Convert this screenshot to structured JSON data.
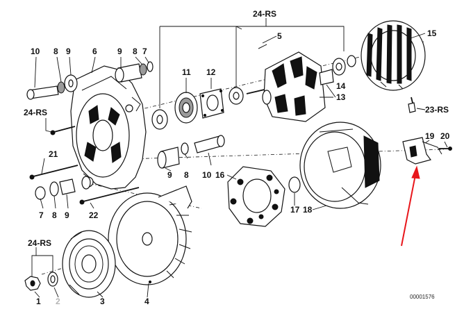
{
  "labels": {
    "l1": "1",
    "l2": "2",
    "l3": "3",
    "l4": "4",
    "l5": "5",
    "l6": "6",
    "l7a": "7",
    "l7b": "7",
    "l8a": "8",
    "l8b": "8",
    "l8c": "8",
    "l8d": "8",
    "l9a": "9",
    "l9b": "9",
    "l9c": "9",
    "l9d": "9",
    "l10a": "10",
    "l10b": "10",
    "l11": "11",
    "l12": "12",
    "l13": "13",
    "l14": "14",
    "l15": "15",
    "l16": "16",
    "l17": "17",
    "l18": "18",
    "l19": "19",
    "l20": "20",
    "l21": "21",
    "l22": "22",
    "l23rs": "23-RS",
    "l24rs_top": "24-RS",
    "l24rs_left": "24-RS",
    "l24rs_bottom": "24-RS"
  },
  "doc_id": "00001576",
  "colors": {
    "ink": "#111111",
    "arrow": "#e8161b",
    "paper": "#ffffff"
  }
}
